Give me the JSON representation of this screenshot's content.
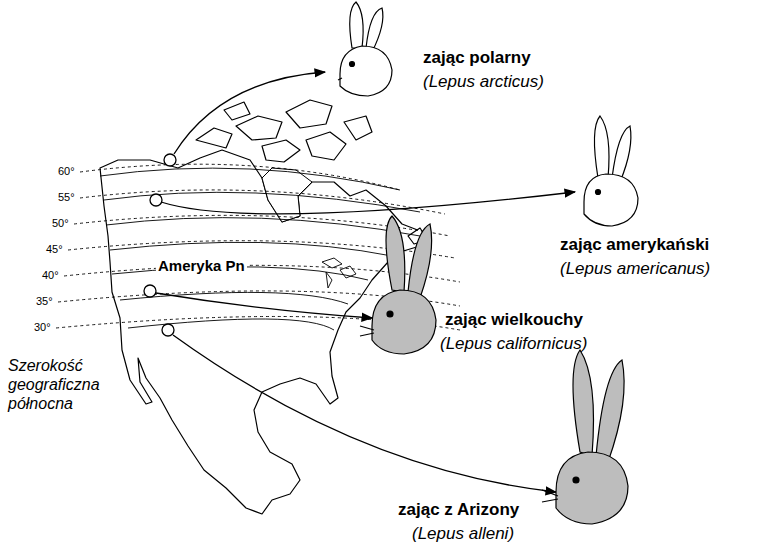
{
  "diagram": {
    "labels": [
      "zając polarny",
      "(Lepus arcticus)",
      "zając amerykański",
      "(Lepus americanus)",
      "zając wielkouchy",
      "(Lepus californicus)",
      "zając z Arizony",
      "(Lepus alleni)",
      "Ameryka Pn",
      "Szerokość geograficzna północna",
      "60°",
      "55°",
      "50°",
      "45°",
      "40°",
      "35°",
      "30°"
    ]
  }
}
